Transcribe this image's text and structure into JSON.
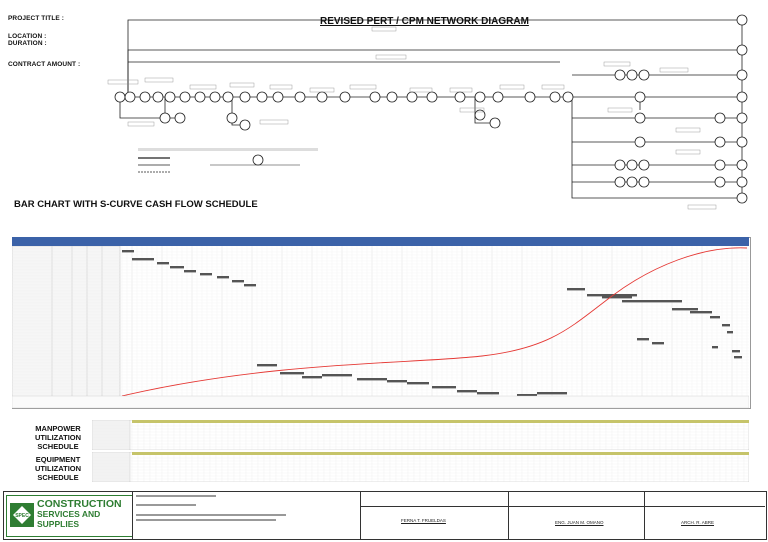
{
  "header": {
    "project_title_label": "PROJECT TITLE :",
    "location_label": "LOCATION :",
    "duration_label": "DURATION :",
    "contract_amount_label": "CONTRACT AMOUNT :"
  },
  "diagram": {
    "title": "REVISED PERT / CPM NETWORK DIAGRAM"
  },
  "barchart": {
    "title": "BAR CHART WITH S-CURVE CASH FLOW SCHEDULE"
  },
  "manpower": {
    "title_line1": "MANPOWER",
    "title_line2": "UTILIZATION",
    "title_line3": "SCHEDULE"
  },
  "equipment": {
    "title_line1": "EQUIPMENT",
    "title_line2": "UTILIZATION",
    "title_line3": "SCHEDULE"
  },
  "titleblock": {
    "company_line1": "CONSTRUCTION",
    "company_line2": "SERVICES AND SUPPLIES",
    "logo_initials": "SPEC",
    "sig1": "FERNA T. FRUELDAS",
    "sig2": "ENG. JUAN M. OMANO",
    "sig3": "ARCH. R. ABRE"
  },
  "colors": {
    "scurve": "#e53935",
    "bars": "#555555",
    "header_blue": "#3b62a8",
    "grid": "#d6d6d6",
    "brand_green": "#2e7d32"
  }
}
